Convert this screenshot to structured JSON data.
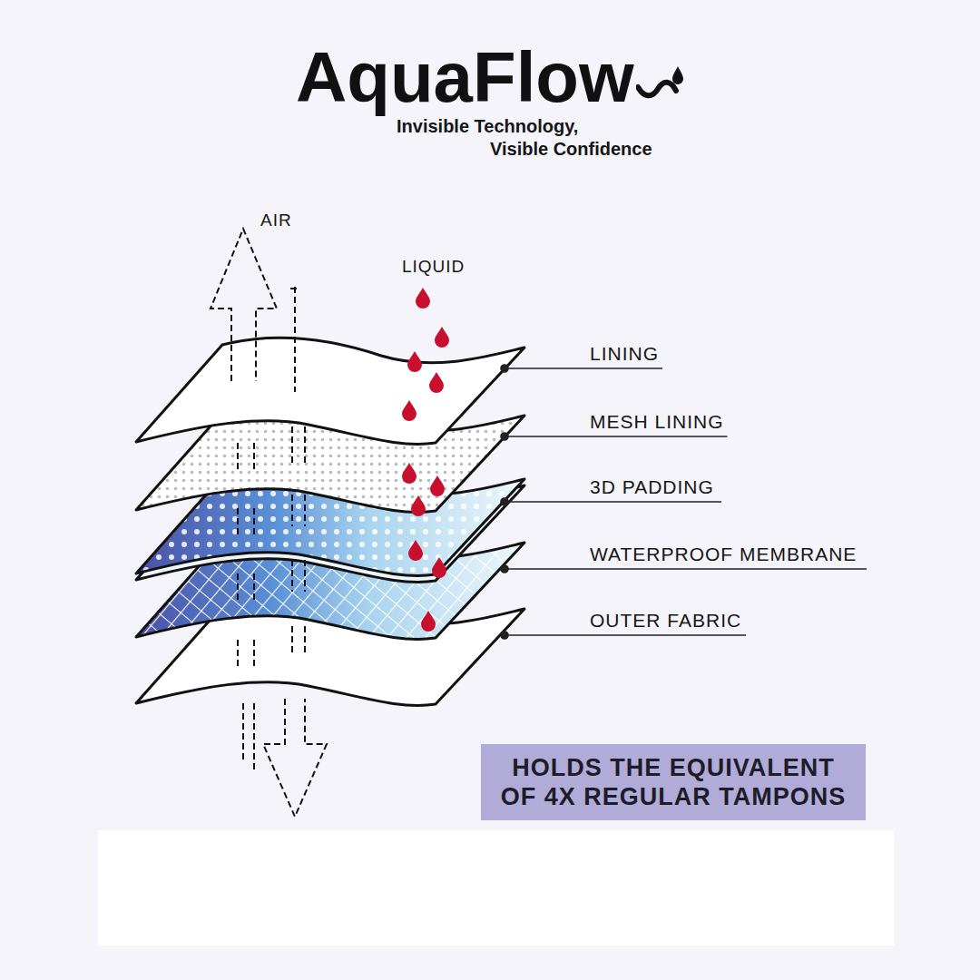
{
  "diagram": {
    "title": "AquaFlow",
    "nodes": [
      {
        "text": [
          "HOLDS THE EQUIVALENT OF 4X REGULAR TAMPONS"
        ]
      }
    ],
    "labels": [
      "Invisible Technology,",
      "Visible Confidence",
      "AIR",
      "LIQUID",
      "LINING",
      "MESH LINING",
      "3D PADDING",
      "WATERPROOF MEMBRANE",
      "OUTER FABRIC"
    ]
  }
}
